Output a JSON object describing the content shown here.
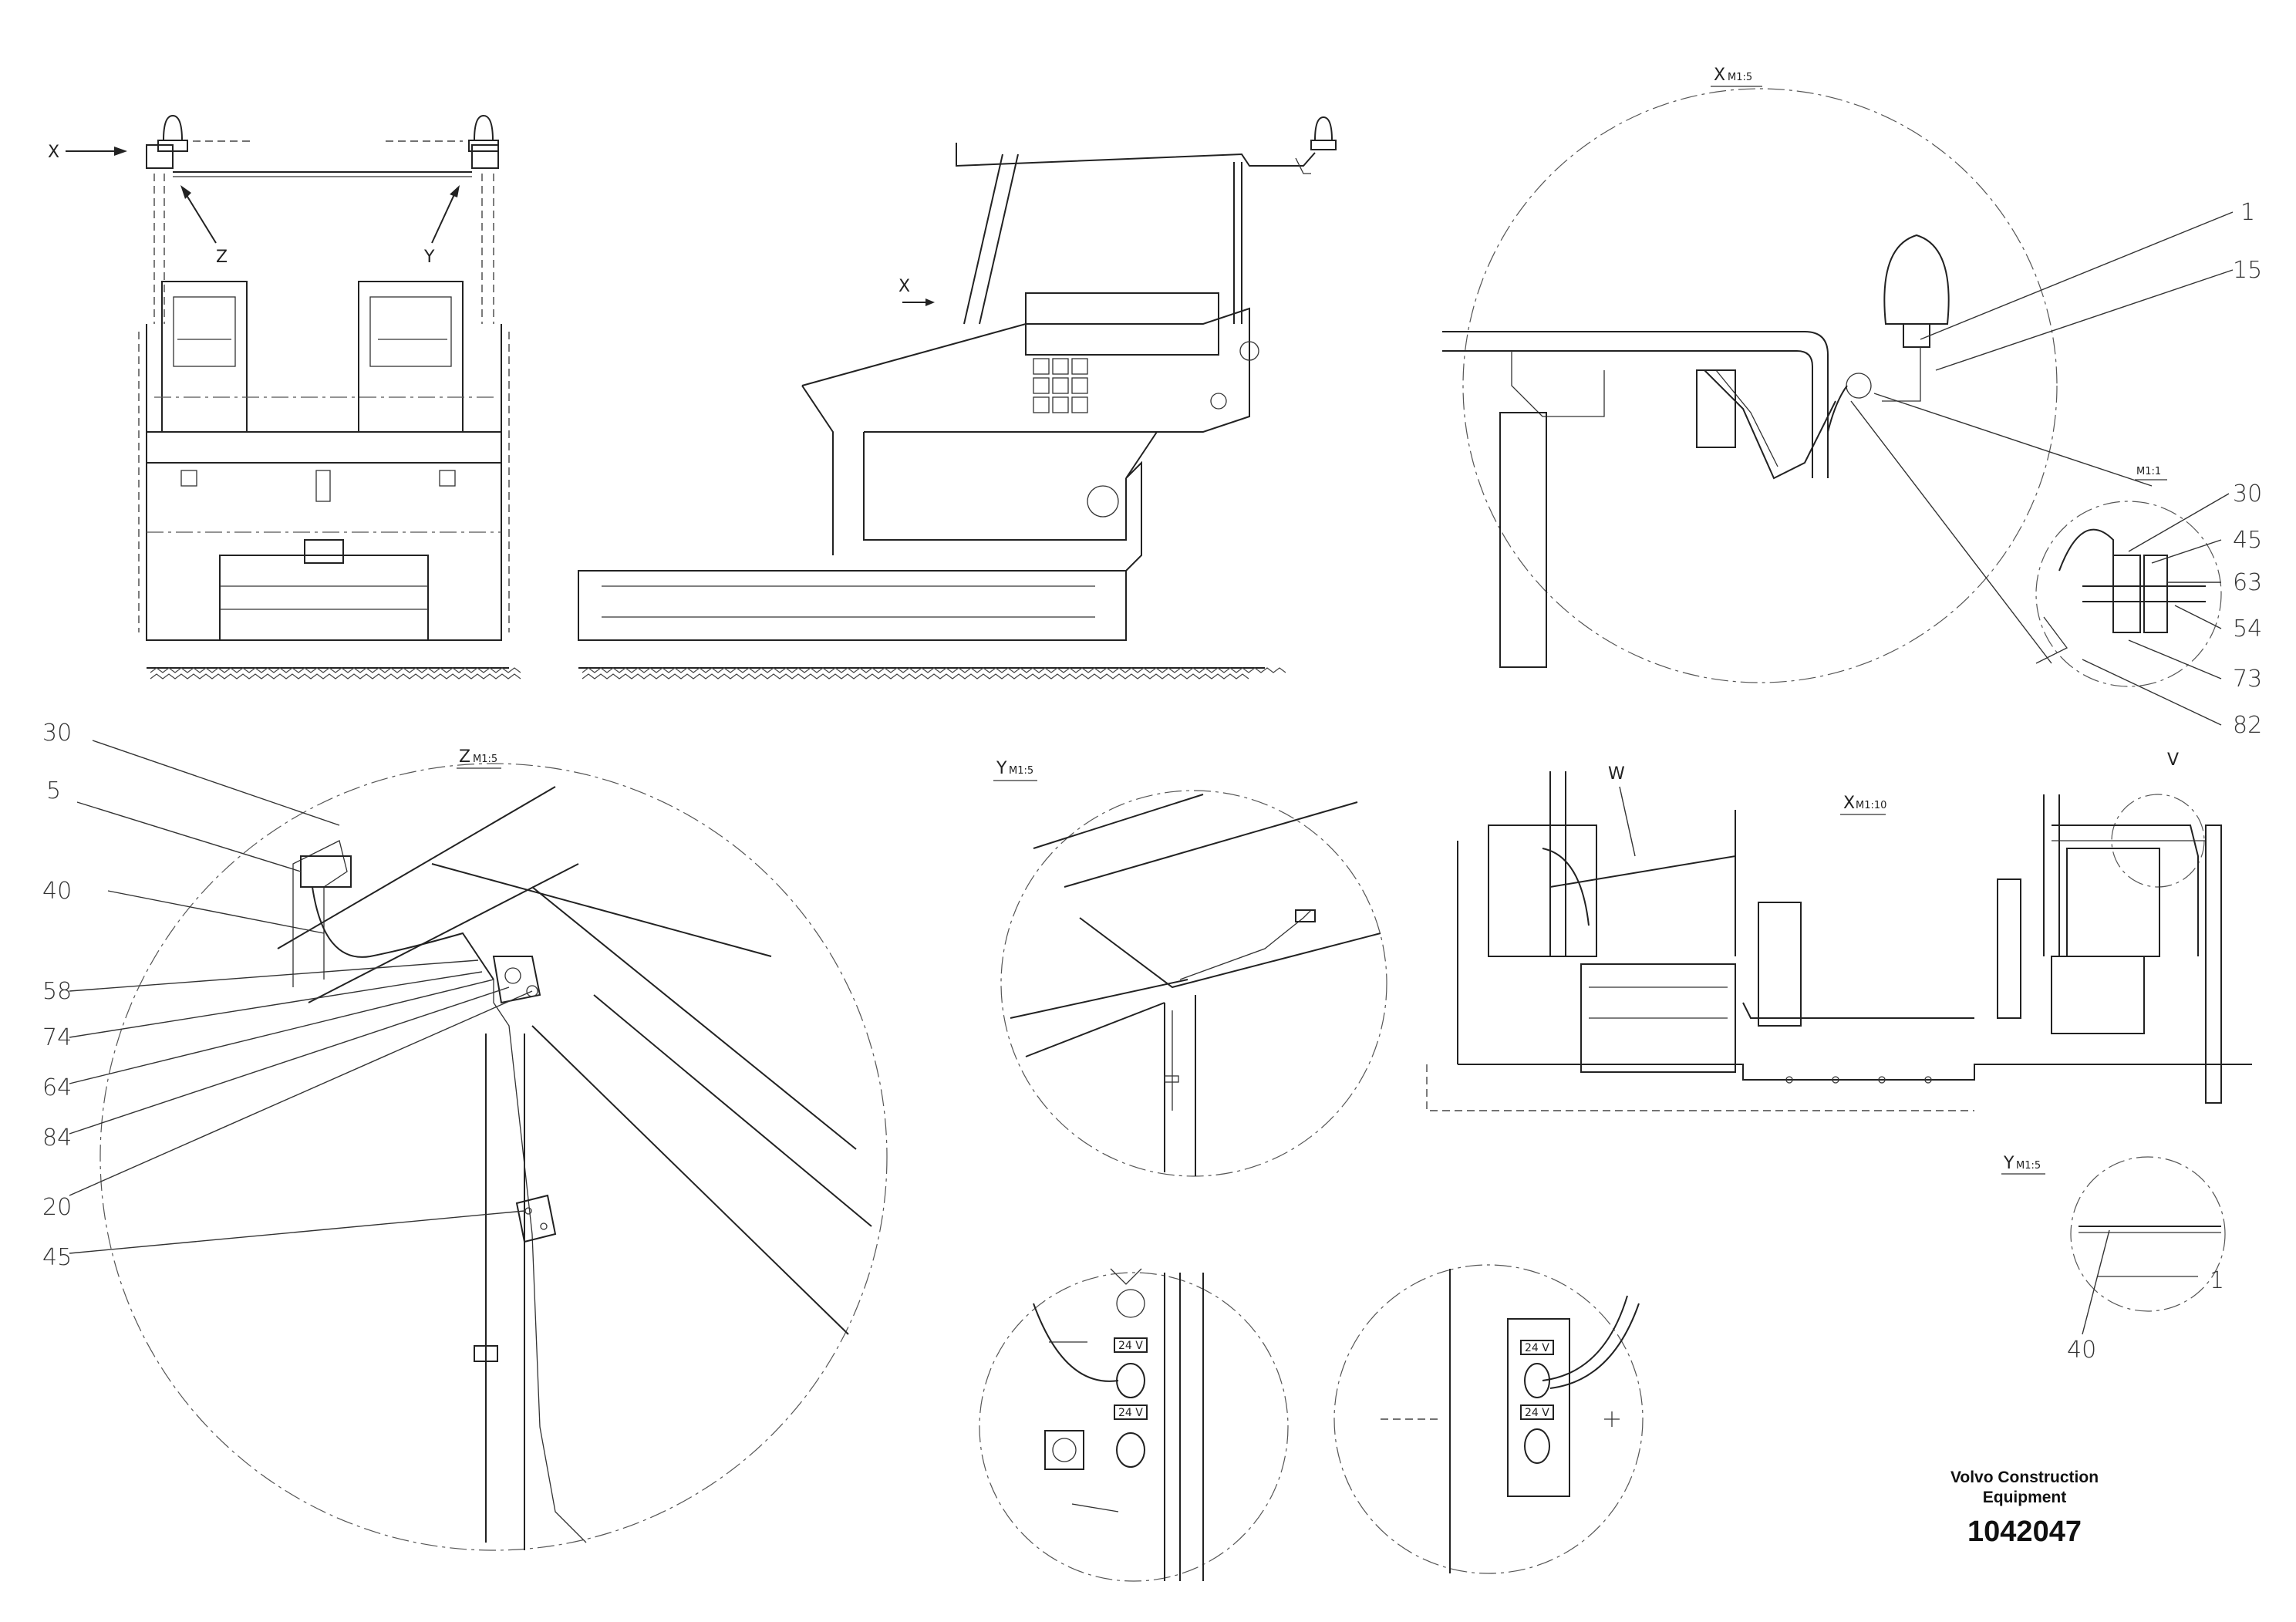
{
  "view_labels": {
    "x_top": "X",
    "x_side": "X",
    "z_top": "Z",
    "y_top": "Y",
    "detail_x": {
      "letter": "X",
      "scale": "M1:5"
    },
    "detail_z": {
      "letter": "Z",
      "scale": "M1:5"
    },
    "detail_y": {
      "letter": "Y",
      "scale": "M1:5"
    },
    "detail_x10": {
      "letter": "X",
      "scale": "M1:10"
    },
    "detail_y_small": {
      "letter": "Y",
      "scale": "M1:5"
    },
    "detail_m11": "M1:1",
    "w_label": "W",
    "v_label": "V"
  },
  "callouts_x_detail": [
    "1",
    "15",
    "30",
    "45",
    "63",
    "54",
    "73",
    "82"
  ],
  "callouts_z_detail": [
    "30",
    "5",
    "40",
    "58",
    "74",
    "64",
    "84",
    "20",
    "45"
  ],
  "callouts_y_small": [
    "40",
    "1"
  ],
  "voltage_tags": [
    "24 V",
    "24 V",
    "24 V",
    "24 V"
  ],
  "footer": {
    "brand_line1": "Volvo Construction",
    "brand_line2": "Equipment",
    "part_number": "1042047"
  }
}
